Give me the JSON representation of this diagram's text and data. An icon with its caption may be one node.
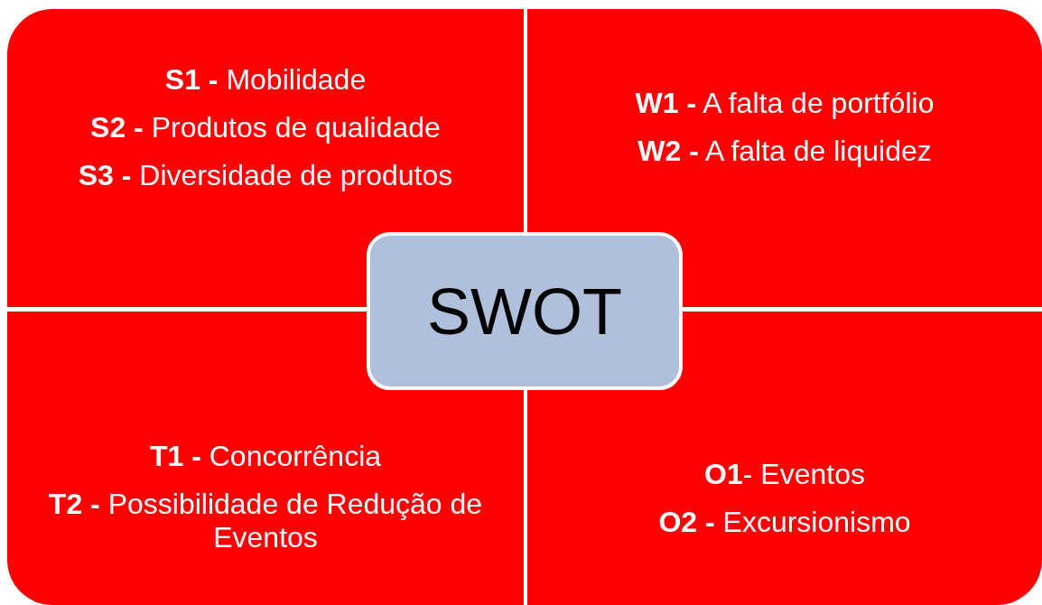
{
  "diagram": {
    "nodes": [
      {
        "text": [
          "**S1 -** Mobilidade",
          "**S2 -** Produtos de qualidade",
          "**S3 -** Diversidade de produtos"
        ]
      },
      {
        "text": [
          "**W1 -** A falta de portfólio",
          "**W2 -** A falta de liquidez"
        ]
      },
      {
        "text": [
          "SWOT"
        ]
      },
      {
        "text": [
          "**T1 -** Concorrência",
          "**T2 -** Possibilidade de Redução de Eventos"
        ]
      },
      {
        "text": [
          "**O1**- Eventos",
          "**O2 -** Excursionismo"
        ]
      }
    ]
  }
}
